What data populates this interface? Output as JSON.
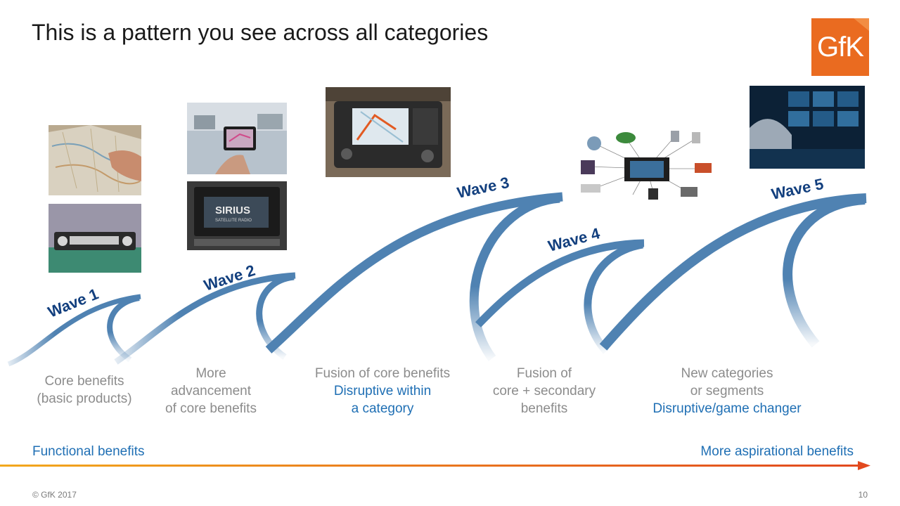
{
  "title": "This is a pattern you see across all categories",
  "logo_text": "GfK",
  "colors": {
    "wave": "#4f82b2",
    "wave_label": "#123f7e",
    "accent_blue": "#1f6fb4",
    "gray_text": "#8c8c8c",
    "logo_orange": "#ea6b20",
    "arrow_start": "#f2a81d",
    "arrow_end": "#e2491e"
  },
  "waves": [
    {
      "label": "Wave 1",
      "description": [
        "Core benefits",
        "(basic products)"
      ],
      "highlight": []
    },
    {
      "label": "Wave 2",
      "description": [
        "More",
        "advancement",
        "of core benefits"
      ],
      "highlight": []
    },
    {
      "label": "Wave 3",
      "description": [
        "Fusion of core benefits"
      ],
      "highlight": [
        "Disruptive within",
        "a category"
      ]
    },
    {
      "label": "Wave 4",
      "description": [
        "Fusion of",
        "core + secondary",
        "benefits"
      ],
      "highlight": []
    },
    {
      "label": "Wave 5",
      "description": [
        "New categories",
        "or segments"
      ],
      "highlight": [
        "Disruptive/game changer"
      ]
    }
  ],
  "photo_labels": {
    "sirius": "SIRIUS",
    "sirius_sub": "SATELLITE RADIO"
  },
  "axis": {
    "left": "Functional benefits",
    "right": "More aspirational benefits"
  },
  "footer": "© GfK 2017",
  "page_number": "10"
}
